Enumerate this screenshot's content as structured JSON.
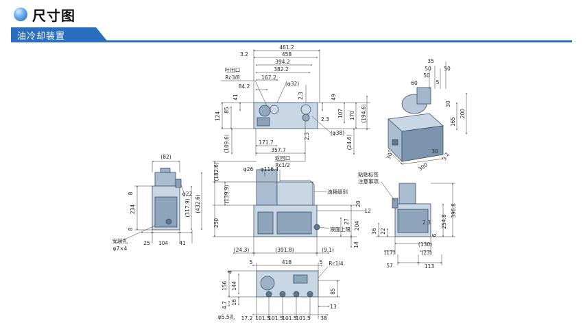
{
  "header": {
    "title": "尺寸图",
    "section": "油冷却装置"
  },
  "colors": {
    "accent": "#2a6fbe",
    "tank": "#a9bcd0"
  },
  "top_view": {
    "dims": [
      "461.2",
      "458",
      "394.2",
      "382.2",
      "3.2",
      "167.2",
      "84.2",
      "(φ32)",
      "2.3",
      "85",
      "124",
      "41",
      "49",
      "107",
      "170",
      "(194.6)",
      "2.3",
      "(φ38)",
      "2.3",
      "(109.6)",
      "171.7",
      "357.7",
      "(24.6)"
    ],
    "labels": [
      "吐出口",
      "Rc3/8",
      "返回口",
      "Rc1/2"
    ]
  },
  "left_view": {
    "dims": [
      "(82)",
      "φ22",
      "8",
      "234",
      "8",
      "25",
      "104",
      "41",
      "(317.9)",
      "(432.6)"
    ],
    "labels": [
      "安装孔",
      "φ7×4"
    ]
  },
  "front_view": {
    "dims": [
      "(182.6)",
      "φ26",
      "φ116.4",
      "(139.9)",
      "250",
      "20",
      "12",
      "27",
      "204",
      "14",
      "(24.3)",
      "(391.8)",
      "(9.1)"
    ],
    "labels": [
      "油箱级别",
      "液面上限"
    ]
  },
  "right_view": {
    "dims": [
      "396.8",
      "254.8",
      "2.3",
      "6",
      "22",
      "36",
      "(130)",
      "(17)",
      "(23)",
      "57",
      "113"
    ],
    "labels": [
      "粘贴标签",
      "注意事项"
    ]
  },
  "iso_view": {
    "dims": [
      "35",
      "50",
      "50",
      "50",
      "5",
      "60",
      "30",
      "165",
      "200",
      "30",
      "30",
      "300",
      "3.2"
    ]
  },
  "bottom_view": {
    "dims": [
      "5",
      "418",
      "5",
      "4",
      "156",
      "144",
      "4.7",
      "16",
      "85",
      "13",
      "17.2",
      "101.5",
      "101.5",
      "101.5",
      "101.5",
      "38"
    ],
    "labels": [
      "Rc1/4",
      "φ5.5孔"
    ]
  }
}
